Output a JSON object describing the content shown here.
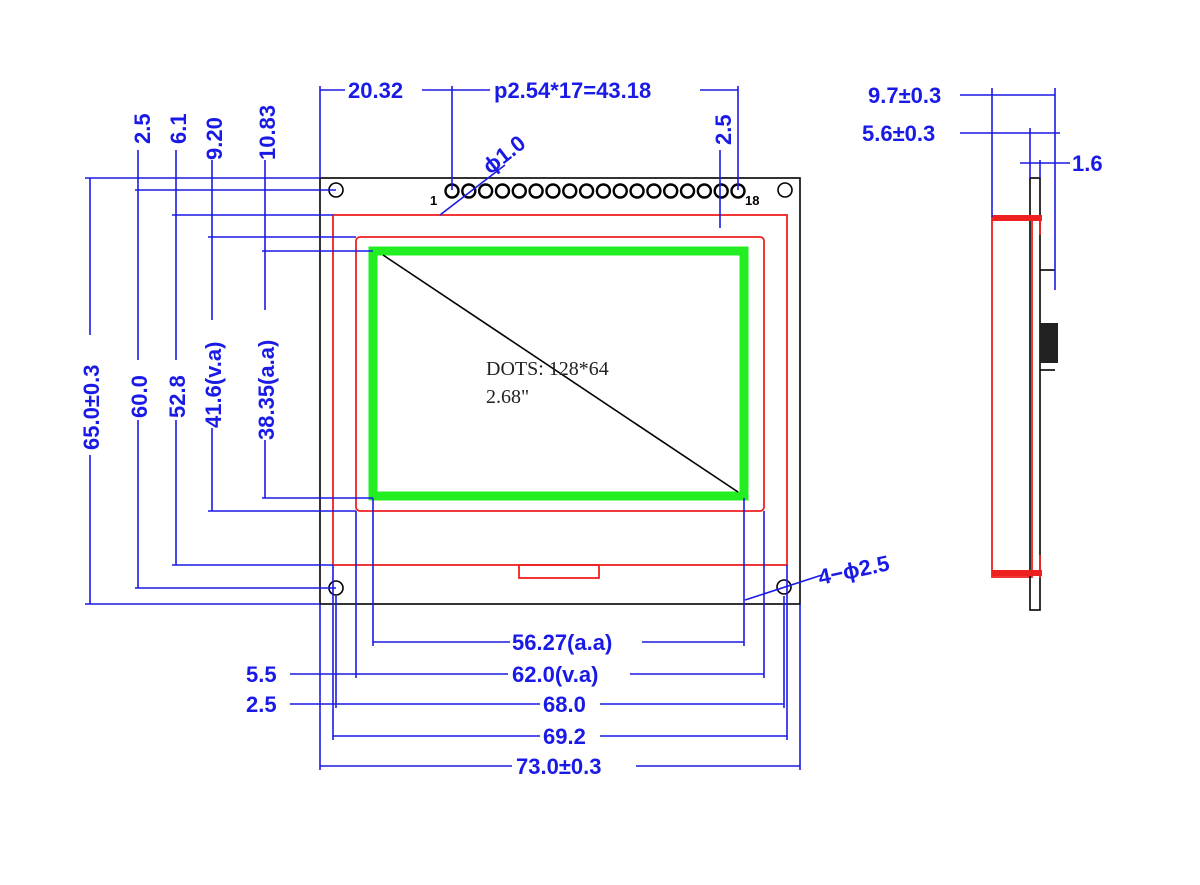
{
  "front_view": {
    "top_dimensions": {
      "pin_offset": "20.32",
      "pin_pitch": "p2.54*17=43.18",
      "pin_hole_dia": "ϕ1.0",
      "pin_edge": "2.5",
      "pin_first": "1",
      "pin_last": "18"
    },
    "left_dimensions": {
      "d1": "2.5",
      "d2": "6.1",
      "d3": "9.20",
      "d4": "10.83",
      "height_total": "65.0±0.3",
      "height_60": "60.0",
      "height_52": "52.8",
      "height_va": "41.6(v.a)",
      "height_aa": "38.35(a.a)"
    },
    "screen": {
      "dots": "DOTS: 128*64",
      "size": "2.68\""
    },
    "mount_holes": "4−ϕ2.5",
    "bottom_dimensions": {
      "width_aa": "56.27(a.a)",
      "offset_55": "5.5",
      "width_va": "62.0(v.a)",
      "offset_25": "2.5",
      "width_68": "68.0",
      "width_692": "69.2",
      "width_total": "73.0±0.3"
    }
  },
  "side_view": {
    "thickness_total": "9.7±0.3",
    "thickness_lcd": "5.6±0.3",
    "pcb": "1.6"
  },
  "colors": {
    "dimension": "#1a1ae6",
    "outline": "#000000",
    "lcd_frame": "#ee2020",
    "active_area": "#22ee22"
  }
}
